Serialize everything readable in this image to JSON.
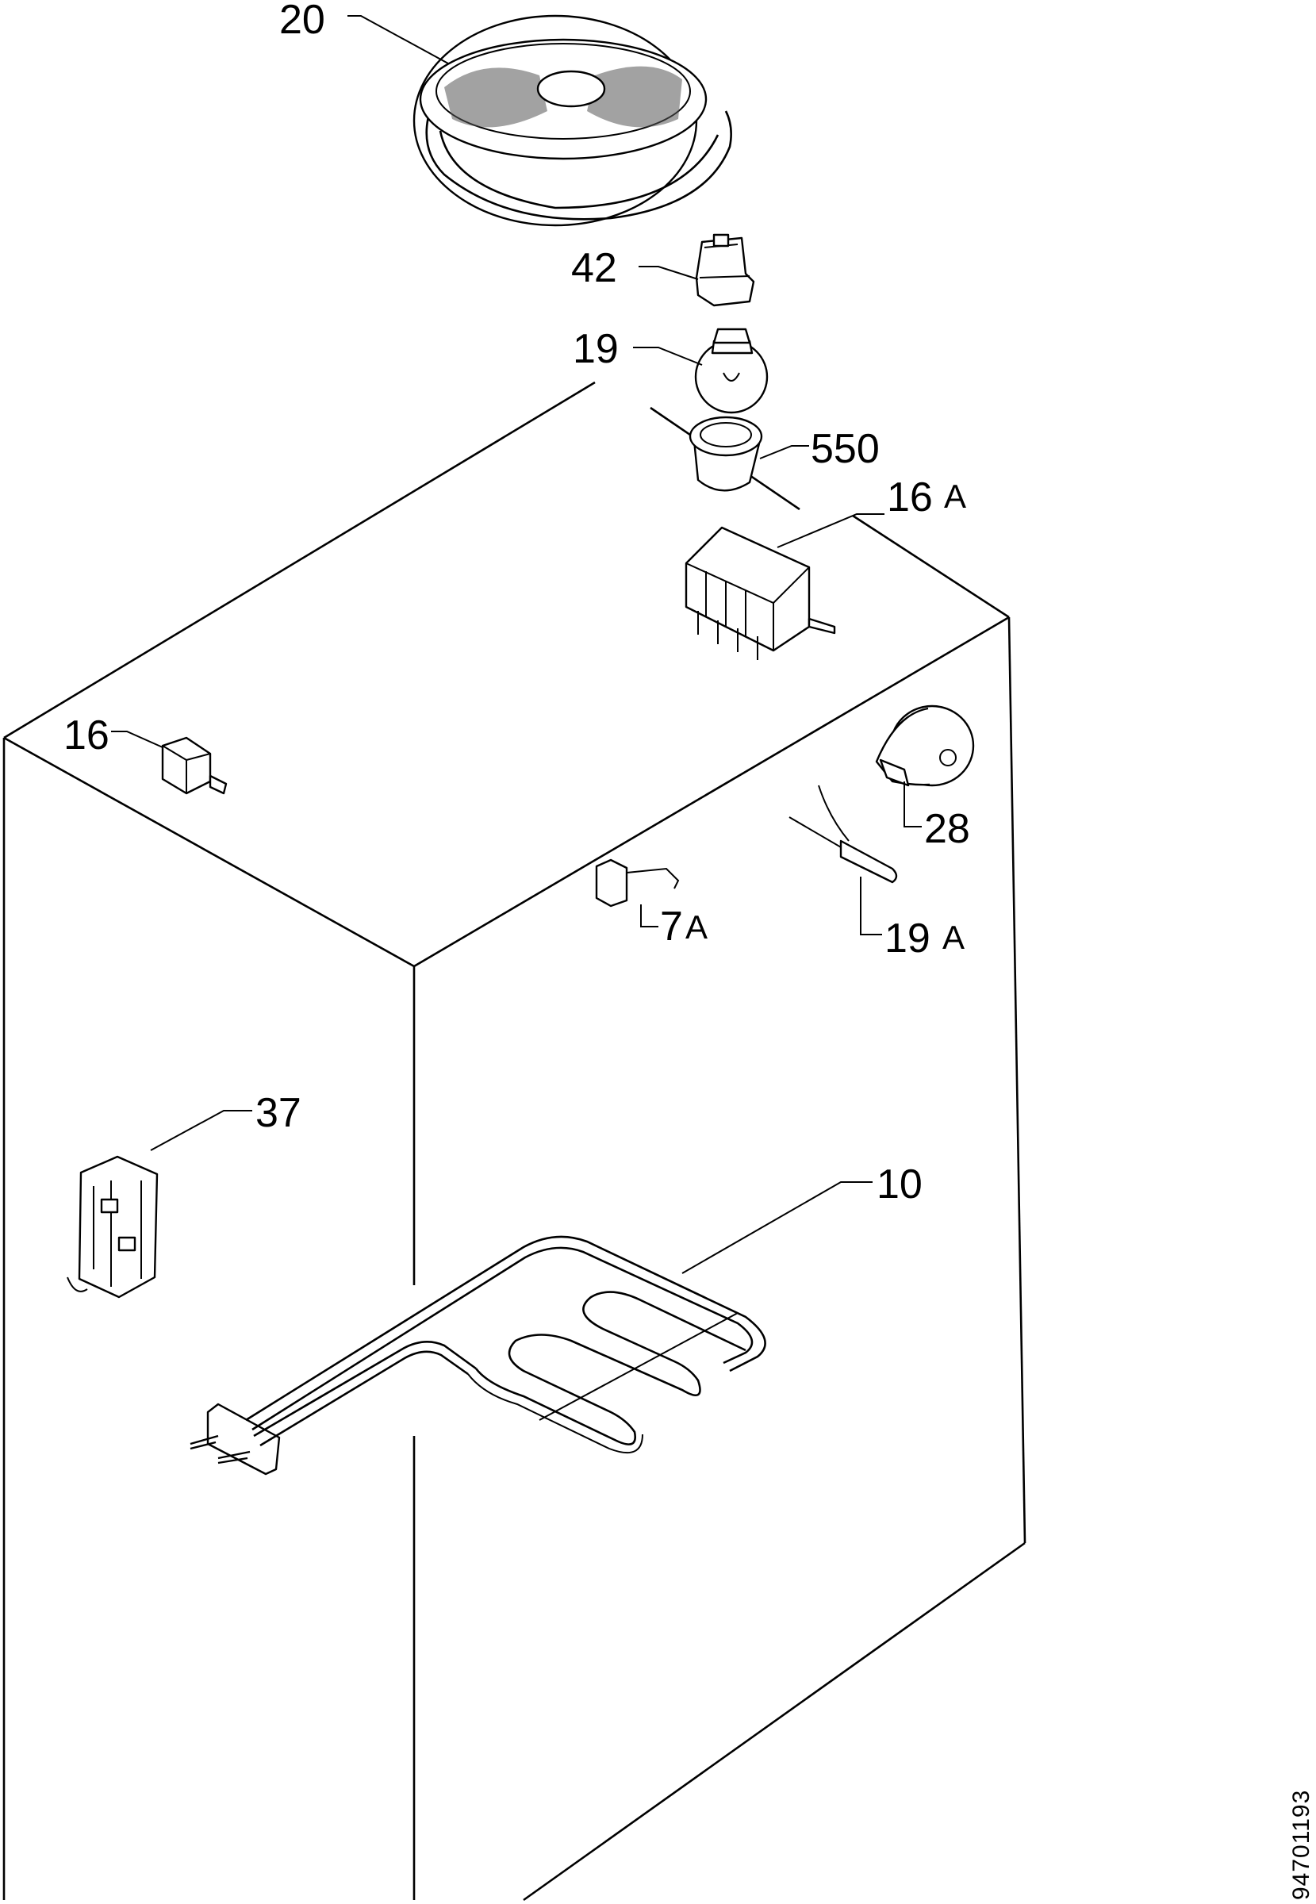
{
  "diagram": {
    "labels": {
      "p20": "20",
      "p42": "42",
      "p19": "19",
      "p550": "550",
      "p16a": "16",
      "p16a_suffix": "A",
      "p16": "16",
      "p28": "28",
      "p7a": "7",
      "p7a_suffix": "A",
      "p19a": "19",
      "p19a_suffix": "A",
      "p37": "37",
      "p10": "10"
    },
    "document_number": "94701193",
    "colors": {
      "line": "#000000",
      "background": "#ffffff"
    }
  }
}
